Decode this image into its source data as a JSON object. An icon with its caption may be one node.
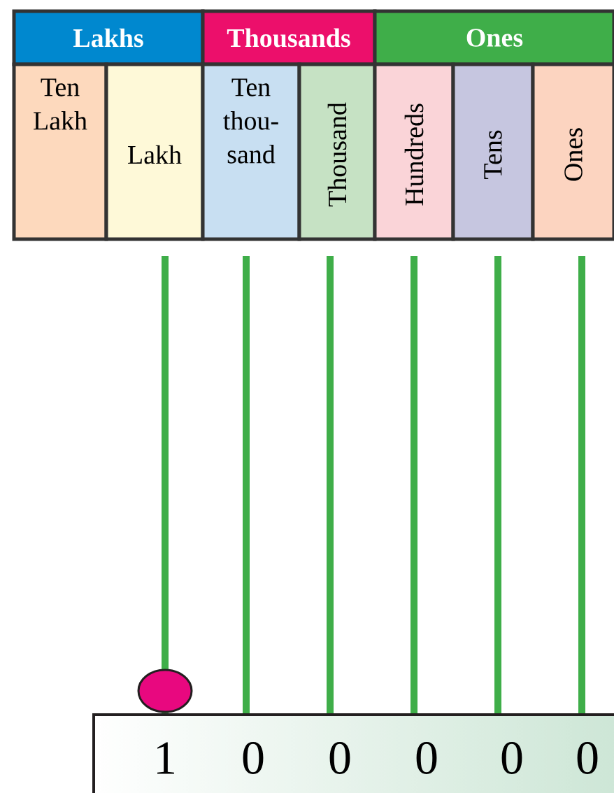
{
  "diagram": {
    "nodes": [
      {
        "text": [
          "Lakhs"
        ]
      },
      {
        "text": [
          "Thousands"
        ]
      },
      {
        "text": [
          "Ones"
        ]
      },
      {
        "text": [
          "Ten Lakh"
        ]
      },
      {
        "text": [
          "Lakh"
        ]
      },
      {
        "text": [
          "Ten thou- sand"
        ]
      },
      {
        "text": [
          "Thousand"
        ]
      },
      {
        "text": [
          "Hundreds"
        ]
      },
      {
        "text": [
          "Tens"
        ]
      },
      {
        "text": [
          "Ones"
        ]
      },
      {
        "text": [
          "1",
          "0",
          "0",
          "0",
          "0",
          "0"
        ]
      }
    ]
  }
}
